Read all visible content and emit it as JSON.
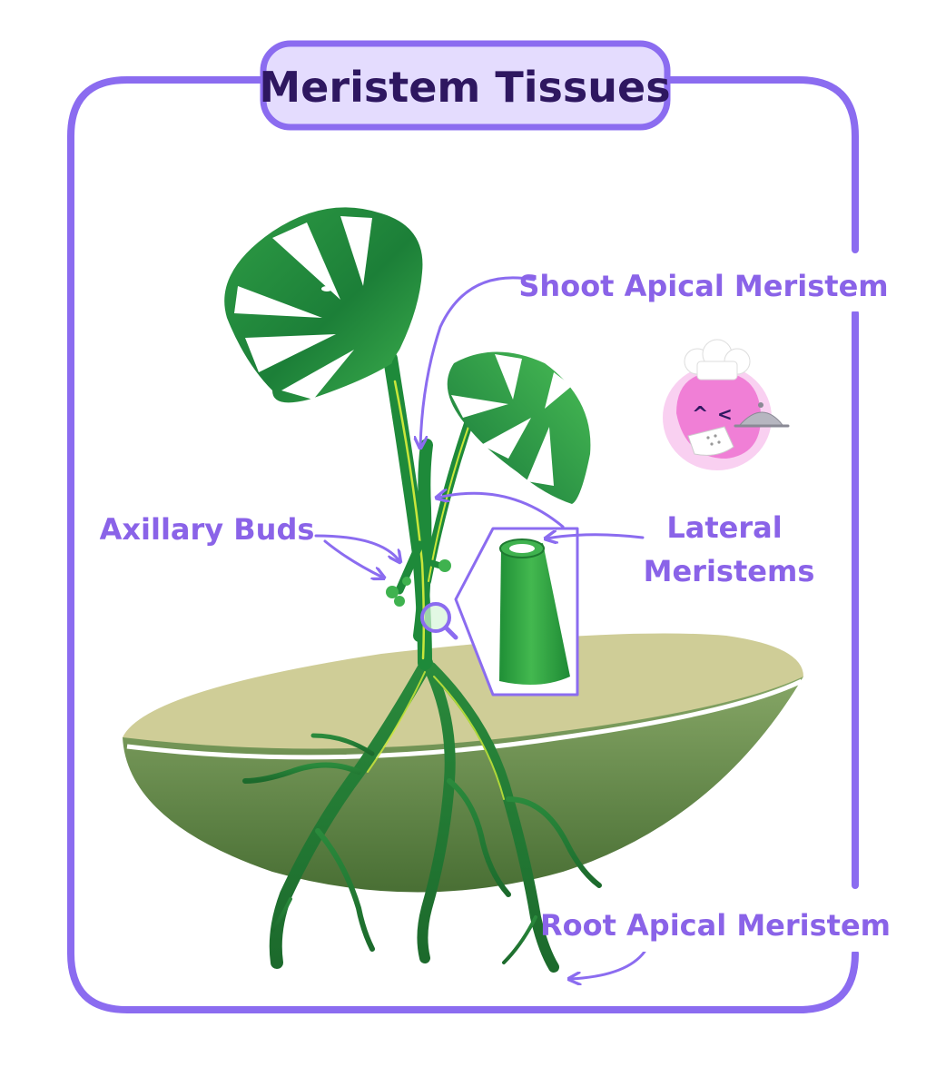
{
  "title": "Meristem Tissues",
  "labels": {
    "shoot_apical": "Shoot Apical Meristem",
    "axillary_buds": "Axillary Buds",
    "lateral_line1": "Lateral",
    "lateral_line2": "Meristems",
    "root_apical": "Root Apical Meristem"
  },
  "colors": {
    "frame": "#8b6cf0",
    "title_fill": "#e4dcfe",
    "title_text": "#2e1760",
    "label": "#8a63e8",
    "leaf": "#1d8a3a",
    "leaf_light": "#3fb24f",
    "stem_highlight": "#c9e63a",
    "soil_top": "#cfcd97",
    "soil_body": "#6d9150",
    "mascot": "#f07fd6"
  },
  "icons": [
    "magnifier-icon",
    "chef-mascot-icon",
    "cloche-icon"
  ]
}
